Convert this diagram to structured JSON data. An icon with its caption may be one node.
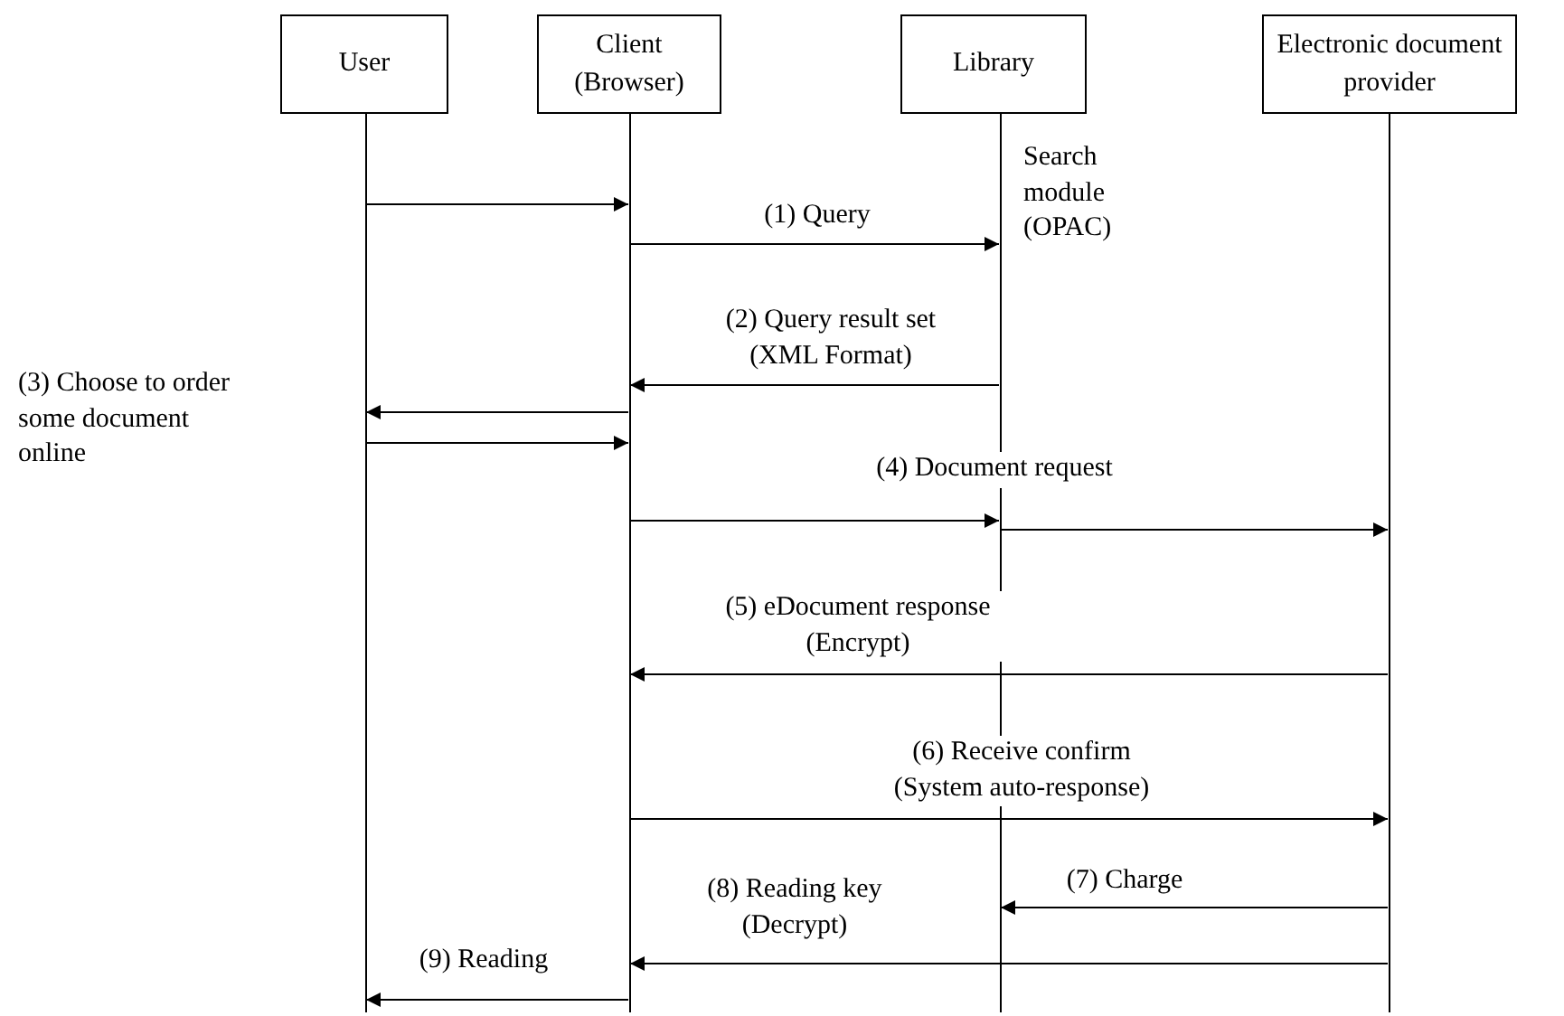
{
  "diagram": {
    "nodes": [
      {
        "text": [
          "User"
        ]
      },
      {
        "text": [
          "Client (Browser)"
        ]
      },
      {
        "text": [
          "Library"
        ]
      },
      {
        "text": [
          "Electronic document provider"
        ]
      },
      {
        "text": [],
        "shape": "bar"
      },
      {
        "text": [],
        "shape": "bar"
      },
      {
        "text": [],
        "shape": "bar",
        "beside": [
          "Search module (OPAC)"
        ]
      },
      {
        "text": [],
        "shape": "bar"
      }
    ],
    "edges": [
      {
        "from": 4,
        "to": 5,
        "arrow": "to"
      },
      {
        "from": 5,
        "to": 6,
        "arrow": "to",
        "label": "(1) Query"
      },
      {
        "from": 6,
        "to": 5,
        "arrow": "to",
        "label": "(2) Query result set (XML Format)"
      },
      {
        "from": 5,
        "to": 4,
        "arrow": "to"
      },
      {
        "from": 4,
        "to": 5,
        "arrow": "to"
      },
      {
        "from": 5,
        "to": 6,
        "arrow": "to",
        "label": "(4) Document request"
      },
      {
        "from": 6,
        "to": 7,
        "arrow": "to"
      },
      {
        "from": 7,
        "to": 5,
        "arrow": "to",
        "label": "(5) eDocument response (Encrypt)"
      },
      {
        "from": 5,
        "to": 7,
        "arrow": "to",
        "label": "(6) Receive confirm (System auto-response)"
      },
      {
        "from": 7,
        "to": 6,
        "arrow": "to",
        "label": "(7) Charge"
      },
      {
        "from": 7,
        "to": 5,
        "arrow": "to",
        "label": "(8) Reading key (Decrypt)"
      },
      {
        "from": 5,
        "to": 4,
        "arrow": "to",
        "label": "(9) Reading"
      }
    ],
    "labels": [
      "(3) Choose to order some document online"
    ]
  }
}
